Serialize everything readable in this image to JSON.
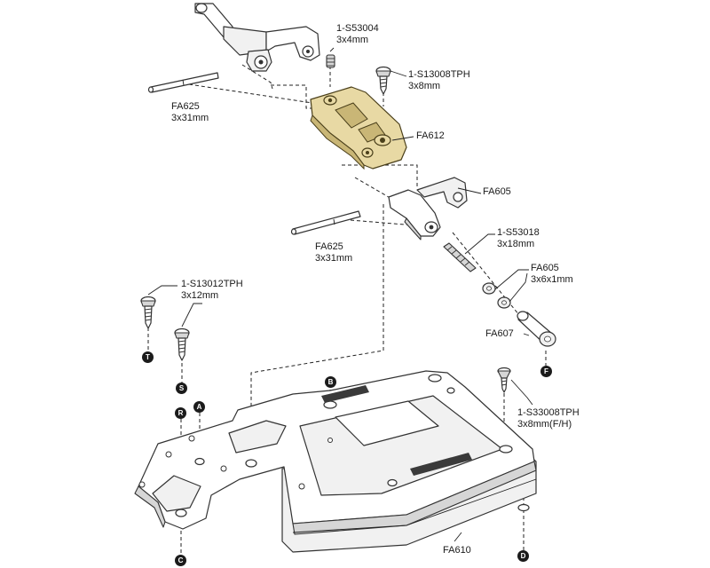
{
  "parts": {
    "screw_s53004": {
      "code": "1-S53004",
      "size": "3x4mm"
    },
    "screw_s13008tph": {
      "code": "1-S13008TPH",
      "size": "3x8mm"
    },
    "pin_fa625_top": {
      "code": "FA625",
      "size": "3x31mm"
    },
    "block_fa612": {
      "code": "FA612"
    },
    "mount_fa605": {
      "code": "FA605"
    },
    "pin_fa625_mid": {
      "code": "FA625",
      "size": "3x31mm"
    },
    "screw_s53018": {
      "code": "1-S53018",
      "size": "3x18mm"
    },
    "washer_fa605": {
      "code": "FA605",
      "size": "3x6x1mm"
    },
    "ballend_fa607": {
      "code": "FA607"
    },
    "screw_s13012tph": {
      "code": "1-S13012TPH",
      "size": "3x12mm"
    },
    "screw_s33008tph": {
      "code": "1-S33008TPH",
      "size": "3x8mm(F/H)"
    },
    "chassis_fa610": {
      "code": "FA610"
    }
  },
  "markers": {
    "t": "T",
    "s": "S",
    "a": "A",
    "r": "R",
    "b": "B",
    "f": "F",
    "c": "C",
    "d": "D"
  },
  "colors": {
    "line": "#333333",
    "highlight_part": "#e8d9a4",
    "marker_fill": "#1b1b1b",
    "marker_text": "#ffffff"
  }
}
